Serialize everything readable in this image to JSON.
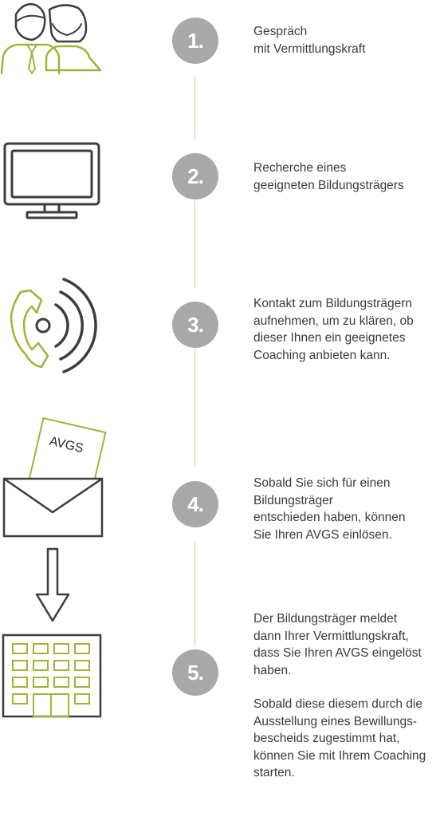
{
  "steps": [
    {
      "number": "1.",
      "text": "Gespräch\nmit Vermittlungskraft"
    },
    {
      "number": "2.",
      "text": "Recherche eines\ngeeigneten Bildungsträgers"
    },
    {
      "number": "3.",
      "text": "Kontakt zum Bildungsträgern\naufnehmen, um zu klären, ob\ndieser Ihnen ein geeignetes\nCoaching anbieten kann."
    },
    {
      "number": "4.",
      "text": "Sobald Sie sich für einen\nBildungsträger\nentschieden haben, können\nSie Ihren AVGS einlösen."
    },
    {
      "number": "5.",
      "text": "Der Bildungsträger meldet\ndann Ihrer Vermittlungskraft,\ndass Sie Ihren AVGS eingelöst\nhaben.",
      "text2": "Sobald diese diesem durch die\nAusstellung eines Bewillungs-\nbescheids zugestimmt hat,\nkönnen Sie mit Ihrem Coaching\nstarten."
    }
  ],
  "voucher_label": "AVGS",
  "colors": {
    "accent": "#9bb63a",
    "icon": "#3d3d3d",
    "circle": "#a8a8a8",
    "line": "#c9d68f"
  }
}
